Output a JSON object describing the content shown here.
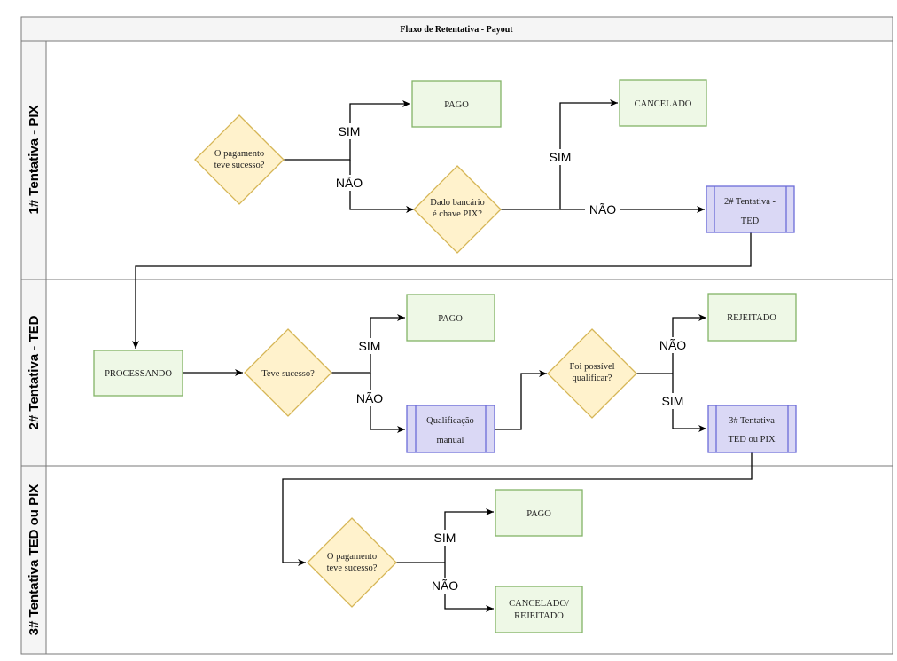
{
  "title": "Fluxo de Retentativa - Payout",
  "lanes": [
    {
      "label": "1# Tentativa - PIX"
    },
    {
      "label": "2# Tentativa - TED"
    },
    {
      "label": "3# Tentativa TED ou PIX"
    }
  ],
  "nodes": {
    "l1_decision_success": [
      "O pagamento",
      "teve sucesso?"
    ],
    "l1_pago": [
      "PAGO"
    ],
    "l1_decision_pix": [
      "Dado bancário",
      "é chave PIX?"
    ],
    "l1_cancelado": [
      "CANCELADO"
    ],
    "l1_ted_process": [
      "2# Tentativa -",
      "TED"
    ],
    "l2_processando": [
      "PROCESSANDO"
    ],
    "l2_decision_success": [
      "Teve sucesso?"
    ],
    "l2_pago": [
      "PAGO"
    ],
    "l2_qualificacao": [
      "Qualificação",
      "manual"
    ],
    "l2_decision_qualificar": [
      "Foi possível",
      "qualificar?"
    ],
    "l2_rejeitado": [
      "REJEITADO"
    ],
    "l2_third_attempt": [
      "3# Tentativa",
      "TED ou PIX"
    ],
    "l3_decision_success": [
      "O pagamento",
      "teve sucesso?"
    ],
    "l3_pago": [
      "PAGO"
    ],
    "l3_cancelado_rejeitado": [
      "CANCELADO/",
      "REJEITADO"
    ]
  },
  "edge_labels": {
    "l1_sim": "SIM",
    "l1_nao": "NÃO",
    "l1_pix_sim": "SIM",
    "l1_pix_nao": "NÃO",
    "l2_sim": "SIM",
    "l2_nao": "NÃO",
    "l2_q_nao": "NÃO",
    "l2_q_sim": "SIM",
    "l3_sim": "SIM",
    "l3_nao": "NÃO"
  }
}
